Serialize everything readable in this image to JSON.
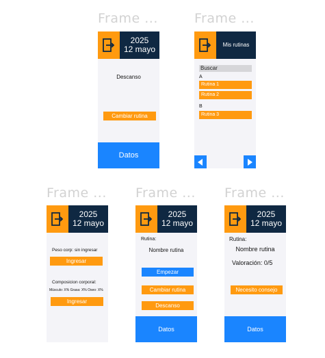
{
  "frames": [
    {
      "title": "Frame ...",
      "year": "2025",
      "date": "12 mayo",
      "rest_text": "Descanso",
      "change_routine": "Cambiar rutina",
      "bottom": "Datos"
    },
    {
      "title": "Frame ...",
      "header": "Mis rutinas",
      "search_placeholder": "Buscar",
      "group_a": "A",
      "routines_a": [
        "Rutina 1",
        "Rutina 2"
      ],
      "group_b": "B",
      "routines_b": [
        "Rutina 3"
      ],
      "prev_icon": "triangle-left-icon",
      "next_icon": "triangle-right-icon"
    },
    {
      "title": "Frame ...",
      "year": "2025",
      "date": "12 mayo",
      "weight_label": "Peso corp: sin ingresar",
      "enter_weight": "Ingresar",
      "composition_label": "Composicion corporal:",
      "composition_values": "Músculo: X% Grasa: X% Oseo: X%",
      "enter_composition": "Ingresar"
    },
    {
      "title": "Frame ...",
      "year": "2025",
      "date": "12 mayo",
      "routine_label": "Rutina:",
      "routine_name": "Nombre rutina",
      "start": "Empezar",
      "change_routine": "Cambiar rutina",
      "rest": "Descanso",
      "bottom": "Datos"
    },
    {
      "title": "Frame ...",
      "year": "2025",
      "date": "12 mayo",
      "routine_label": "Rutina:",
      "routine_name": "Nombre rutina",
      "rating": "Valoración: 0/5",
      "advice": "Necesito consejo",
      "bottom": "Datos"
    }
  ],
  "colors": {
    "accent_orange": "#ff9a10",
    "header_navy": "#0f2842",
    "primary_blue": "#1a85ff",
    "frame_bg": "#f4f4f8"
  },
  "icons": {
    "header": "exit-door-icon"
  }
}
